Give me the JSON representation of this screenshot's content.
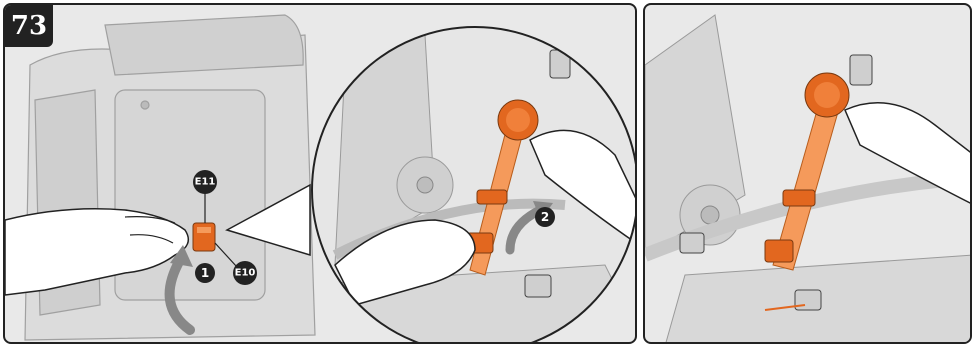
{
  "step": {
    "number": "73"
  },
  "labels": {
    "part_e11": "E11",
    "part_e10": "E10",
    "arrow_1": "1",
    "arrow_2": "2"
  },
  "colors": {
    "strap_orange": "#f59a5b",
    "buckle_orange": "#e2671f",
    "line_gray": "#9a9a9a",
    "frame_gray": "#cfcfcf",
    "badge_black": "#222222"
  }
}
